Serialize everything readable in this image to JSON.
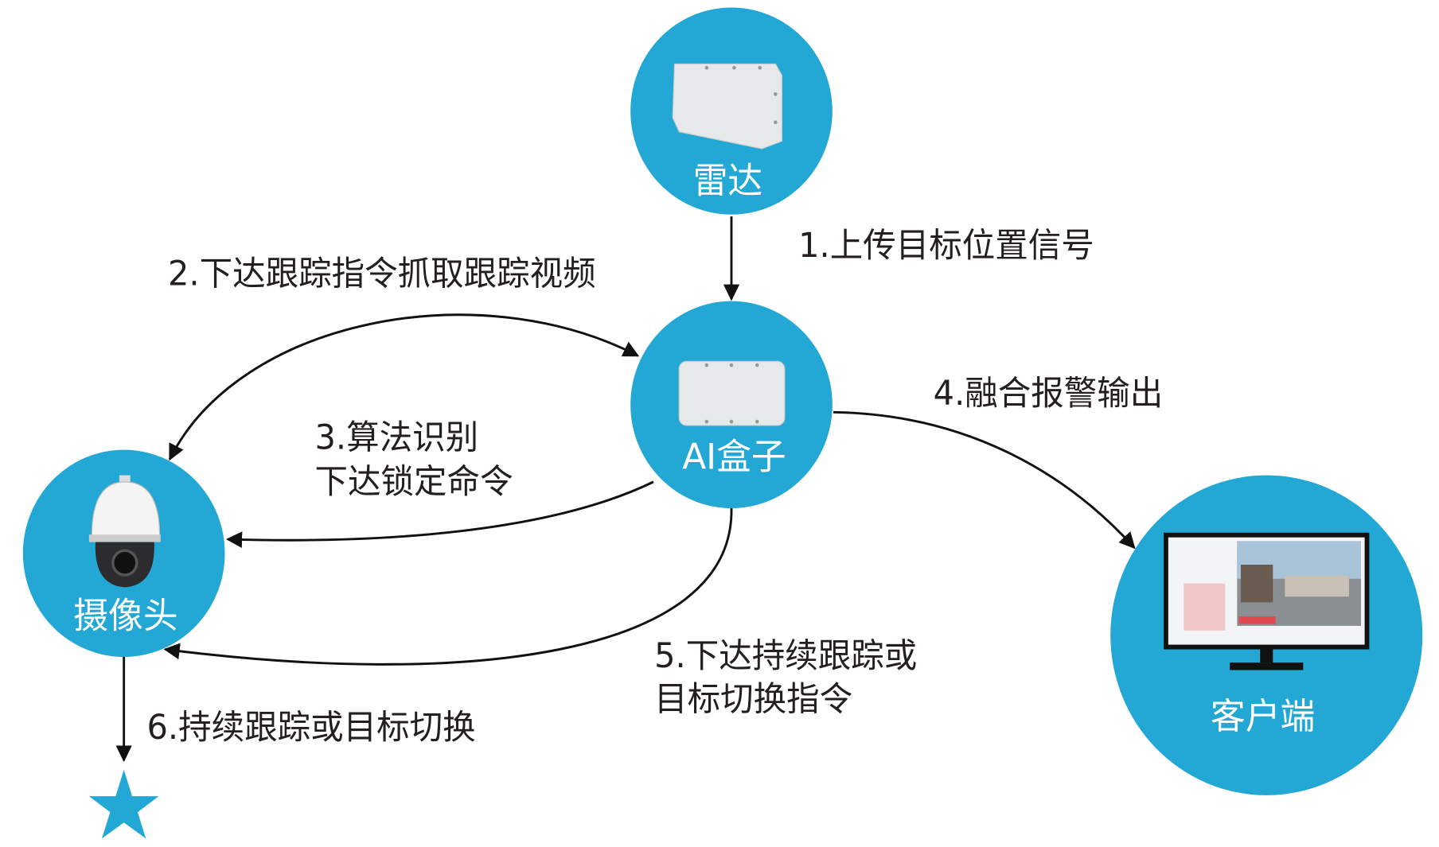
{
  "colors": {
    "node": "#23a7d5",
    "arrow": "#111111",
    "device": "#e6e8ea"
  },
  "nodes": {
    "radar": {
      "label": "雷达",
      "icon": "radar-device-icon"
    },
    "ai_box": {
      "label": "AI盒子",
      "icon": "ai-box-device-icon"
    },
    "camera": {
      "label": "摄像头",
      "icon": "ptz-camera-icon"
    },
    "client": {
      "label": "客户端",
      "icon": "monitor-icon"
    },
    "target": {
      "icon": "star-icon"
    }
  },
  "edges": {
    "e1": {
      "line1": "1.上传目标位置信号"
    },
    "e2": {
      "line1": "2.下达跟踪指令抓取跟踪视频"
    },
    "e3": {
      "line1": "3.算法识别",
      "line2": "下达锁定命令"
    },
    "e4": {
      "line1": "4.融合报警输出"
    },
    "e5": {
      "line1": "5.下达持续跟踪或",
      "line2": "目标切换指令"
    },
    "e6": {
      "line1": "6.持续跟踪或目标切换"
    }
  }
}
